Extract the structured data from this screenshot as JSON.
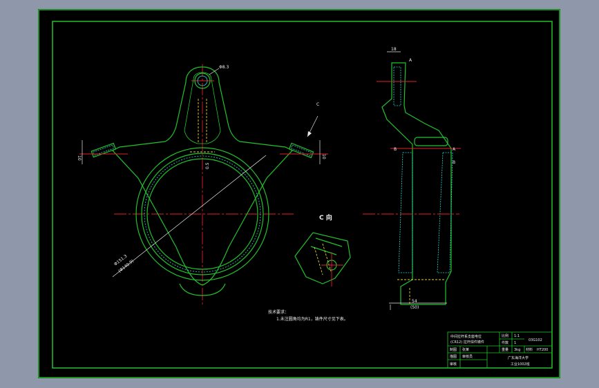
{
  "drawing": {
    "view_label": "C 向",
    "direction_marker": "C",
    "dimensions": {
      "pin_hole": "Φ8.3",
      "ring_diameter_a": "Φ151.3",
      "ring_diameter_b": "(Φ140.9)",
      "flange_left": "10",
      "flange_right": "10",
      "center_offset": "0.5",
      "side_top": "18",
      "side_width": "54",
      "side_width_ref": "(50)",
      "side_marks": [
        "A",
        "B",
        "A",
        "B"
      ]
    },
    "notes": {
      "heading": "技术要求：",
      "line1": "1.未注圆角均为R1，铸件尺寸见下表。"
    }
  },
  "title_block": {
    "title_line1": "中间拉杆系支座电位",
    "title_line2": "(CR12)  拉杆焊件铸件",
    "scale_label": "比例",
    "scale_value": "1:1",
    "qty_label": "件数",
    "qty_value": "1",
    "drawing_no": "03G102",
    "drawn_label": "制图",
    "drawn_name": "张某",
    "weight_label": "重量",
    "weight_value": "3kg",
    "material_label": "材料",
    "material_value": "HT200",
    "checked_label": "描图",
    "checked_name": "审核员",
    "approved_label": "审核",
    "school": "广东海洋大学",
    "dept": "工业1002班"
  },
  "colors": {
    "background": "#8e98aa",
    "sheet": "#000000",
    "outline": "#22c32c",
    "centerline": "#e2202a",
    "hidden": "#e8d23a",
    "hatch": "#2cd6d6"
  }
}
